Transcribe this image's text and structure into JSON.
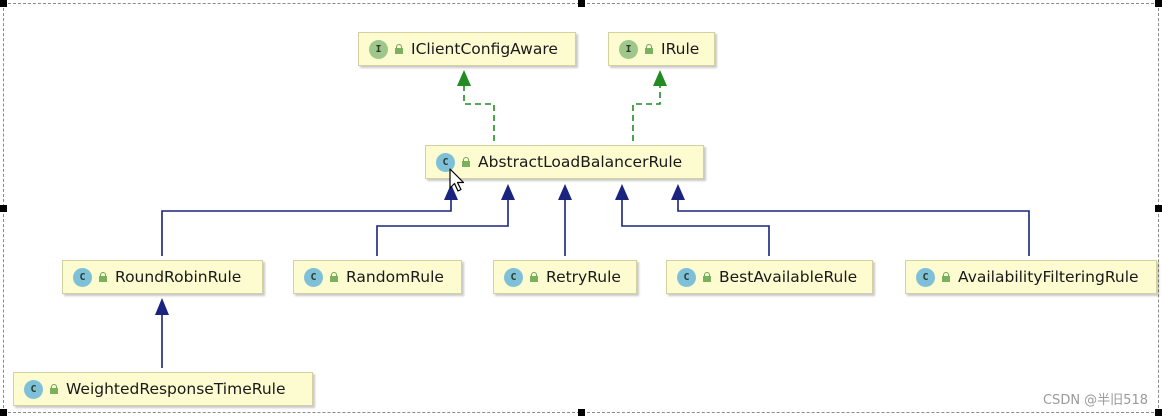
{
  "diagram": {
    "nodes": [
      {
        "id": "iclientconfigaware",
        "kind": "interface",
        "badge": "I",
        "label": "IClientConfigAware"
      },
      {
        "id": "irule",
        "kind": "interface",
        "badge": "I",
        "label": "IRule"
      },
      {
        "id": "abstractloadbalancerrule",
        "kind": "class",
        "badge": "C",
        "label": "AbstractLoadBalancerRule"
      },
      {
        "id": "roundrobinrule",
        "kind": "class",
        "badge": "C",
        "label": "RoundRobinRule"
      },
      {
        "id": "randomrule",
        "kind": "class",
        "badge": "C",
        "label": "RandomRule"
      },
      {
        "id": "retryrule",
        "kind": "class",
        "badge": "C",
        "label": "RetryRule"
      },
      {
        "id": "bestavailablerule",
        "kind": "class",
        "badge": "C",
        "label": "BestAvailableRule"
      },
      {
        "id": "availabilityfilteringrule",
        "kind": "class",
        "badge": "C",
        "label": "AvailabilityFilteringRule"
      },
      {
        "id": "weightedresponsetimerule",
        "kind": "class",
        "badge": "C",
        "label": "WeightedResponseTimeRule"
      }
    ],
    "edges": [
      {
        "from": "abstractloadbalancerrule",
        "to": "iclientconfigaware",
        "type": "implements"
      },
      {
        "from": "abstractloadbalancerrule",
        "to": "irule",
        "type": "implements"
      },
      {
        "from": "roundrobinrule",
        "to": "abstractloadbalancerrule",
        "type": "extends"
      },
      {
        "from": "randomrule",
        "to": "abstractloadbalancerrule",
        "type": "extends"
      },
      {
        "from": "retryrule",
        "to": "abstractloadbalancerrule",
        "type": "extends"
      },
      {
        "from": "bestavailablerule",
        "to": "abstractloadbalancerrule",
        "type": "extends"
      },
      {
        "from": "availabilityfilteringrule",
        "to": "abstractloadbalancerrule",
        "type": "extends"
      },
      {
        "from": "weightedresponsetimerule",
        "to": "roundrobinrule",
        "type": "extends"
      }
    ],
    "colors": {
      "implements_edge": "#228b22",
      "extends_edge": "#1a237e",
      "node_fill": "#fdfbd0",
      "interface_badge": "#9fc78a",
      "class_badge": "#7fc0d9"
    }
  },
  "watermark": "CSDN @半旧518"
}
